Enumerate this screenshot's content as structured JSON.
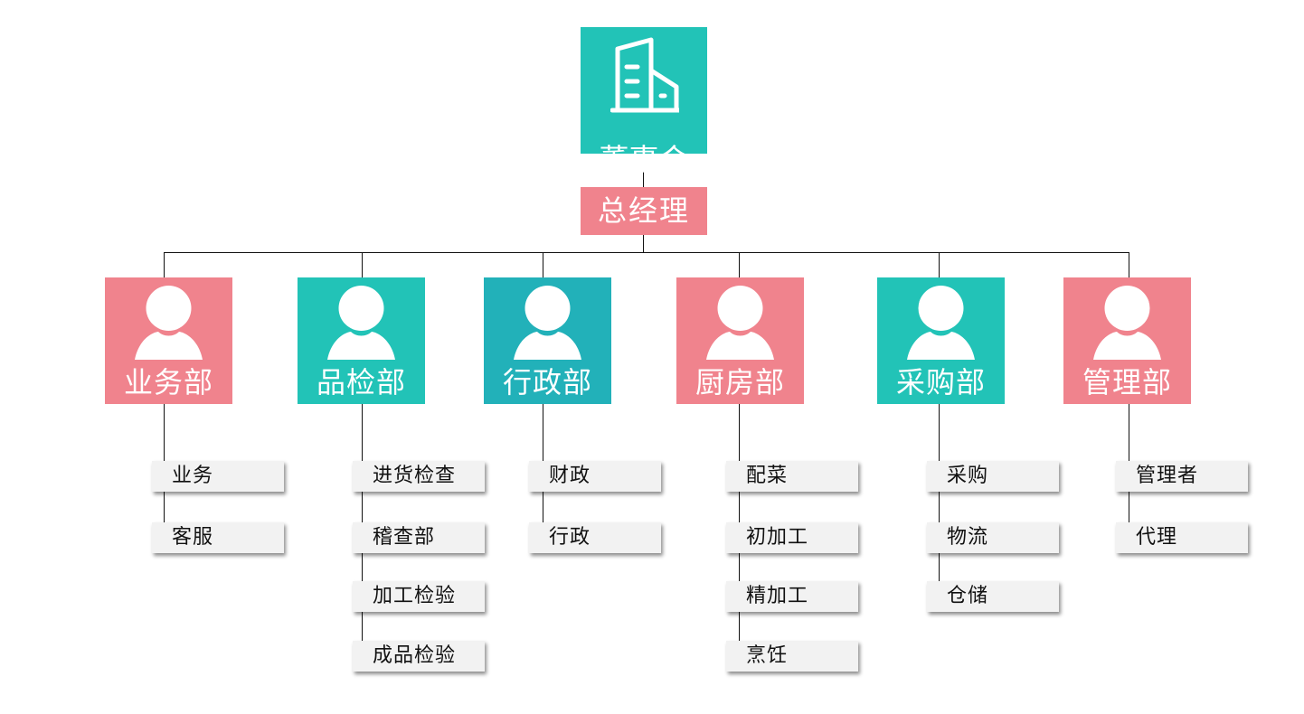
{
  "board": {
    "label": "董事会",
    "icon": "building-icon",
    "color": "#22c3b7"
  },
  "general_manager": {
    "label": "总经理",
    "color": "#f0838d"
  },
  "departments": [
    {
      "label": "业务部",
      "color": "#f0838d",
      "icon": "person-icon",
      "children": [
        "业务",
        "客服"
      ]
    },
    {
      "label": "品检部",
      "color": "#22c3b7",
      "icon": "person-icon",
      "children": [
        "进货检查",
        "稽查部",
        "加工检验",
        "成品检验"
      ]
    },
    {
      "label": "行政部",
      "color": "#22b1b9",
      "icon": "person-icon",
      "children": [
        "财政",
        "行政"
      ]
    },
    {
      "label": "厨房部",
      "color": "#f0838d",
      "icon": "person-icon",
      "children": [
        "配菜",
        "初加工",
        "精加工",
        "烹饪"
      ]
    },
    {
      "label": "采购部",
      "color": "#22c3b7",
      "icon": "person-icon",
      "children": [
        "采购",
        "物流",
        "仓储"
      ]
    },
    {
      "label": "管理部",
      "color": "#f0838d",
      "icon": "person-icon",
      "children": [
        "管理者",
        "代理"
      ]
    }
  ]
}
